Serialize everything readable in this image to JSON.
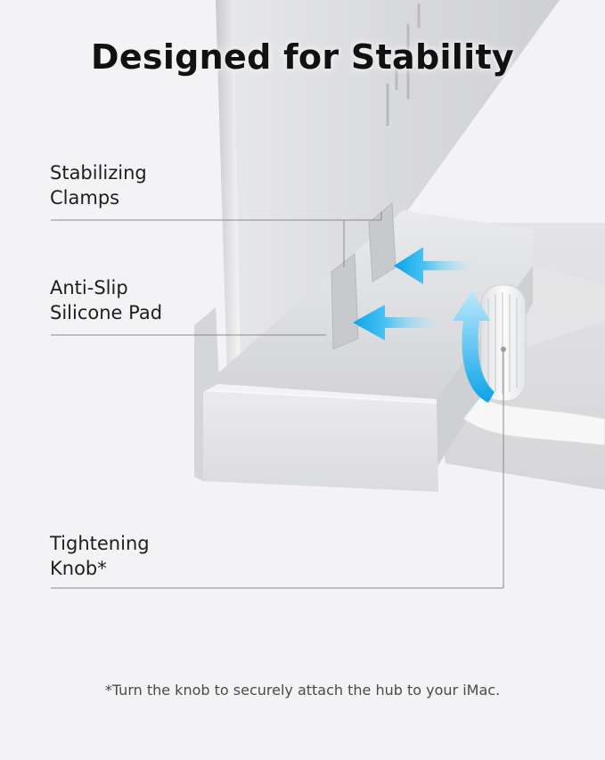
{
  "title": "Designed for Stability",
  "callouts": {
    "stabilizing_clamps": [
      "Stabilizing",
      "Clamps"
    ],
    "anti_slip_pad": [
      "Anti-Slip",
      "Silicone Pad"
    ],
    "tightening_knob": [
      "Tightening",
      "Knob*"
    ]
  },
  "footnote": "*Turn the knob to securely attach the hub to your iMac.",
  "colors": {
    "background": "#f3f3f5",
    "aluminum": "#dcdde0",
    "arrow_start": "#bfe9fb",
    "arrow_end": "#0aa3e8"
  }
}
